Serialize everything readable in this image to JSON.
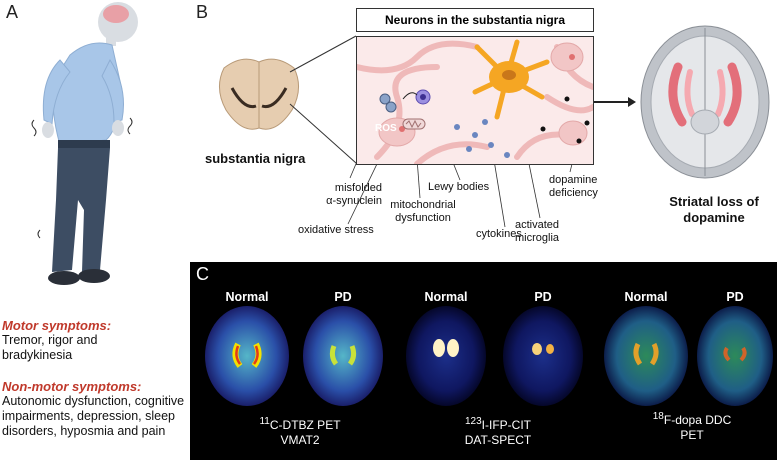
{
  "panel_a": {
    "letter": "A",
    "motor_title": "Motor symptoms:",
    "motor_text": "Tremor, rigor and bradykinesia",
    "nonmotor_title": "Non-motor symptoms:",
    "nonmotor_text": "Autonomic dysfunction, cognitive impairments, depression, sleep disorders, hyposmia and pain"
  },
  "panel_b": {
    "letter": "B",
    "box_title": "Neurons in the substantia nigra",
    "region_label": "substantia nigra",
    "ros_label": "ROS",
    "labels": {
      "misfolded": "misfolded\nα-synuclein",
      "oxidative": "oxidative stress",
      "mito": "mitochondrial\ndysfunction",
      "lewy": "Lewy bodies",
      "cytokines": "cytokines",
      "microglia": "activated\nmicroglia",
      "dopamine_def": "dopamine\ndeficiency"
    },
    "result_label": "Striatal loss of\ndopamine"
  },
  "panel_c": {
    "letter": "C",
    "scans": [
      {
        "normal_label": "Normal",
        "pd_label": "PD",
        "tracer_sup": "11",
        "tracer": "C-DTBZ PET",
        "target": "VMAT2"
      },
      {
        "normal_label": "Normal",
        "pd_label": "PD",
        "tracer_sup": "123",
        "tracer": "I-IFP-CIT",
        "target": "DAT-SPECT"
      },
      {
        "normal_label": "Normal",
        "pd_label": "PD",
        "tracer_sup": "18",
        "tracer": "F-dopa DDC",
        "target": "PET"
      }
    ]
  },
  "colors": {
    "accent_red": "#c0392b",
    "neuron_pink": "#f2c6c6",
    "microglia_orange": "#f5a623",
    "pet_background": "#000000"
  }
}
